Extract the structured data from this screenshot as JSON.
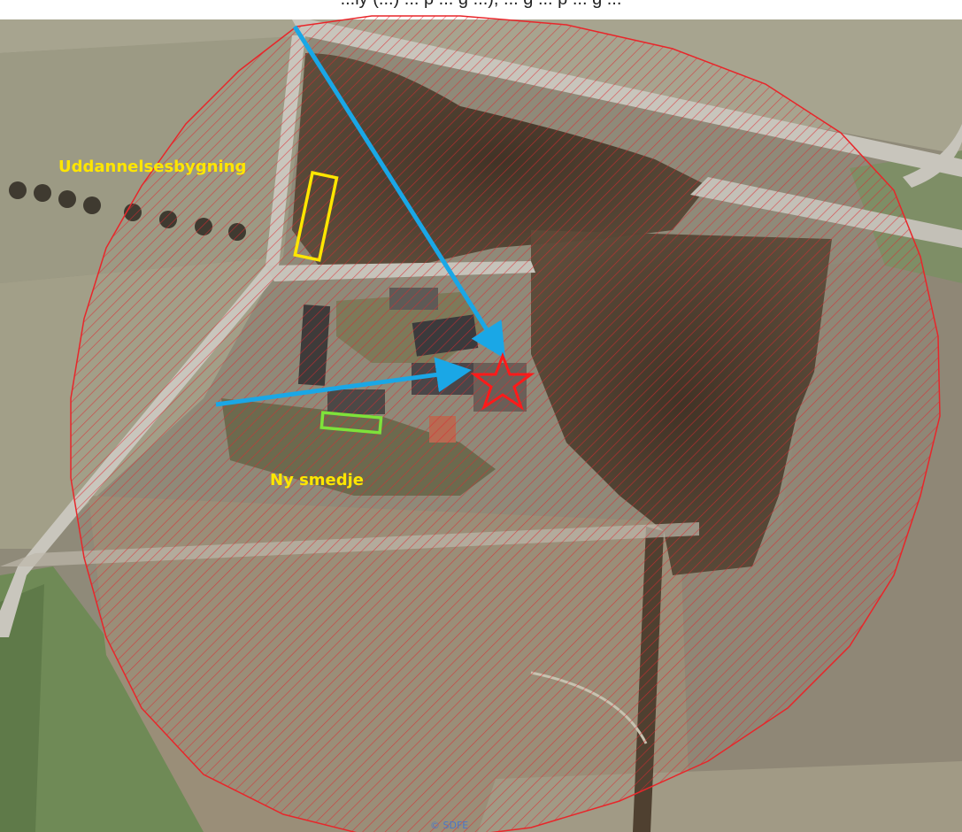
{
  "caption": "...ly (...) ... p ... g ...), ... g ... p ... g ...",
  "labels": {
    "education_building": "Uddannelsesbygning",
    "new_smithy": "Ny smedje"
  },
  "attribution": "© SDFE",
  "colors": {
    "buffer_zone": "#e8262a",
    "arrows": "#1aa7e6",
    "star": "#ff1a1a",
    "yellow_box": "#ffe600",
    "green_box": "#7ee23a",
    "label_text": "#ffe600"
  },
  "icons": {
    "site_marker": "star-icon",
    "direction": "arrow-icon"
  }
}
